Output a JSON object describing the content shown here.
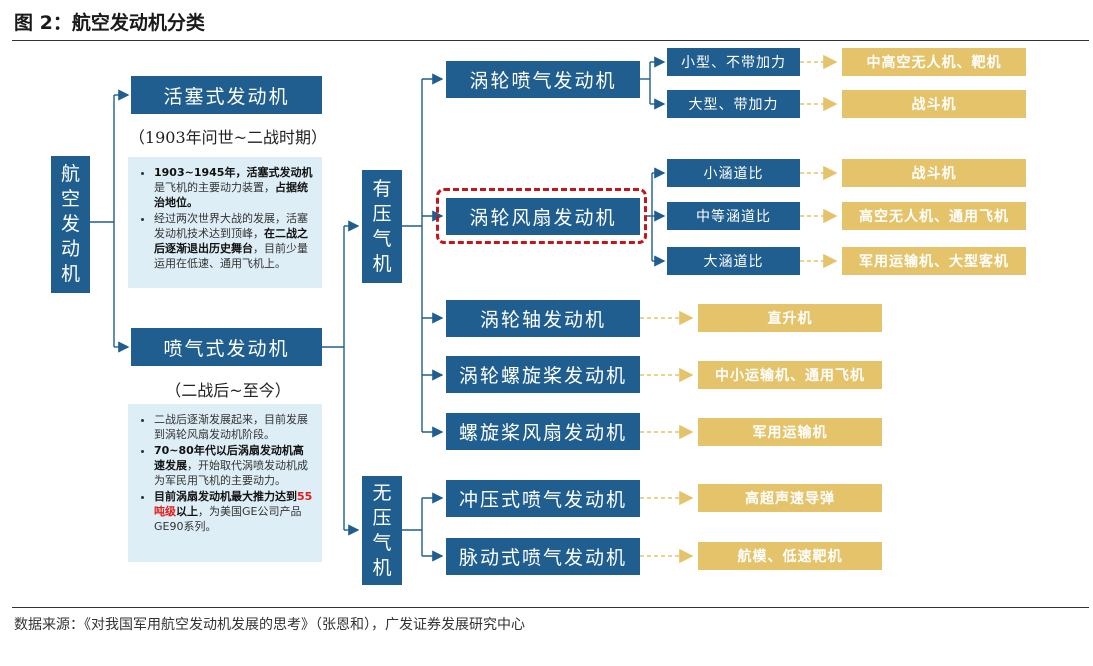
{
  "title": "图 2：航空发动机分类",
  "root": [
    "航",
    "空",
    "发",
    "动",
    "机"
  ],
  "piston": {
    "label": "活塞式发动机",
    "period": "（1903年问世~二战时期）",
    "notes": {
      "a_b1": "1903~1945年，活塞式发动机",
      "a_t1": "是飞机的主要动力装置，",
      "a_b2": "占据统治地位。",
      "a_t2": "经过两次世界大战的发展，活塞发动机技术达到顶峰，",
      "a_b3": "在二战之后逐渐退出历史舞台",
      "a_t3": "，目前少量运用在低速、通用飞机上。"
    }
  },
  "jet": {
    "label": "喷气式发动机",
    "period": "（二战后~至今）",
    "notes": {
      "b_t1": "二战后逐渐发展起来，目前发展到涡轮风扇发动机阶段。",
      "b_b1": "70~80年代以后涡扇发动机高速发展",
      "b_t2": "，开始取代涡喷发动机成为军民用飞机的主要动力。",
      "b_b2": "目前涡扇发动机最大推力达到",
      "b_red": "55吨级",
      "b_b3": "以上",
      "b_t3": "，为美国GE公司产品GE90系列。"
    }
  },
  "compressor": [
    "有",
    "压",
    "气",
    "机"
  ],
  "no_compressor": [
    "无",
    "压",
    "气",
    "机"
  ],
  "engines": {
    "turbojet": "涡轮喷气发动机",
    "turbofan": "涡轮风扇发动机",
    "turboshaft": "涡轮轴发动机",
    "turboprop": "涡轮螺旋桨发动机",
    "propfan": "螺旋桨风扇发动机",
    "ramjet": "冲压式喷气发动机",
    "pulsejet": "脉动式喷气发动机"
  },
  "subtypes": {
    "tj_small": "小型、不带加力",
    "tj_large": "大型、带加力",
    "tf_small": "小涵道比",
    "tf_mid": "中等涵道比",
    "tf_large": "大涵道比"
  },
  "apps": {
    "tj_small": "中高空无人机、靶机",
    "tj_large": "战斗机",
    "tf_small": "战斗机",
    "tf_mid": "高空无人机、通用飞机",
    "tf_large": "军用运输机、大型客机",
    "turboshaft": "直升机",
    "turboprop": "中小运输机、通用飞机",
    "propfan": "军用运输机",
    "ramjet": "高超声速导弹",
    "pulsejet": "航模、低速靶机"
  },
  "source": "数据来源：《对我国军用航空发动机发展的思考》（张恩和），广发证券发展研究中心",
  "colors": {
    "blue_box": "#1f5e8e",
    "yellow_box": "#e5c36a",
    "note_bg": "#deeef6",
    "highlight": "#c0161c"
  }
}
